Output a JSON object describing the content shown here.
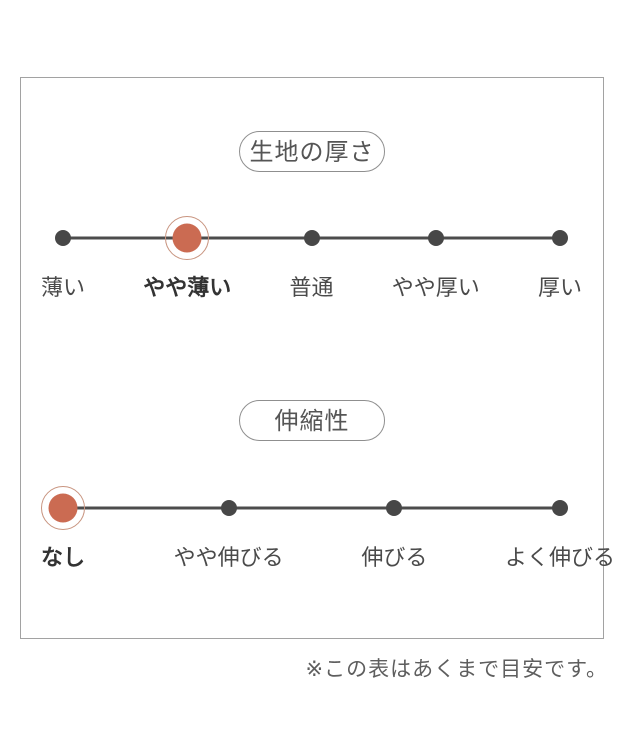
{
  "footnote": "※この表はあくまで目安です。",
  "sections": [
    {
      "id": "fabric-thickness",
      "title": "生地の厚さ",
      "selected_index": 1,
      "selected_label": "やや薄い",
      "options": [
        "薄い",
        "やや薄い",
        "普通",
        "やや厚い",
        "厚い"
      ]
    },
    {
      "id": "stretchiness",
      "title": "伸縮性",
      "selected_index": 0,
      "selected_label": "なし",
      "options": [
        "なし",
        "やや伸びる",
        "伸びる",
        "よく伸びる"
      ]
    }
  ],
  "colors": {
    "accent": "#cb6b52",
    "accent_ring": "#c8947f",
    "line": "#4c4c4c",
    "dot": "#474747",
    "label_text": "#4a4a4a",
    "panel_border": "#a2a2a2"
  },
  "chart_data": [
    {
      "type": "rating-scale",
      "title": "生地の厚さ",
      "categories": [
        "薄い",
        "やや薄い",
        "普通",
        "やや厚い",
        "厚い"
      ],
      "selected": "やや薄い",
      "selected_index": 1,
      "num_levels": 5,
      "legend_position": "none",
      "grid": false
    },
    {
      "type": "rating-scale",
      "title": "伸縮性",
      "categories": [
        "なし",
        "やや伸びる",
        "伸びる",
        "よく伸びる"
      ],
      "selected": "なし",
      "selected_index": 0,
      "num_levels": 4,
      "legend_position": "none",
      "grid": false
    }
  ]
}
